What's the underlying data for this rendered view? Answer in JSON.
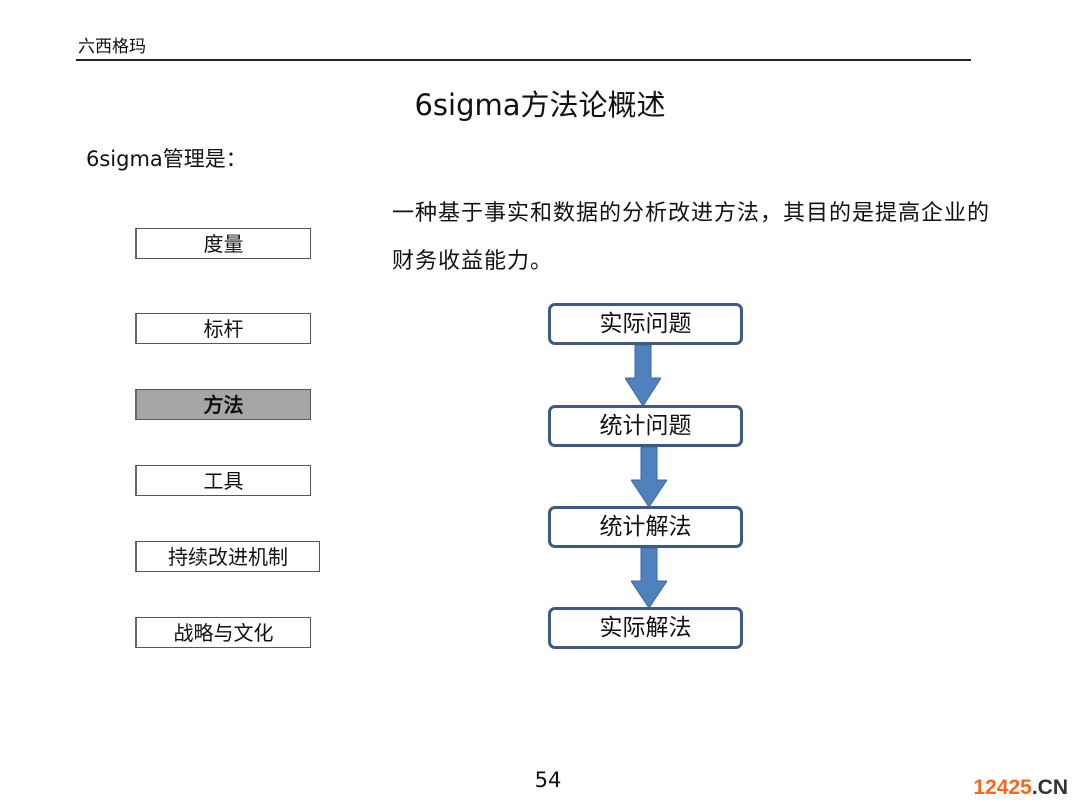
{
  "header": "六西格玛",
  "title": "6sigma方法论概述",
  "intro": "6sigma管理是：",
  "description": "一种基于事实和数据的分析改进方法，其目的是提高企业的财务收益能力。",
  "left_items": [
    {
      "label": "度量"
    },
    {
      "label": "标杆"
    },
    {
      "label": "方法",
      "selected": true
    },
    {
      "label": "工具"
    },
    {
      "label": "持续改进机制"
    },
    {
      "label": "战略与文化"
    }
  ],
  "flow": [
    "实际问题",
    "统计问题",
    "统计解法",
    "实际解法"
  ],
  "page_number": "54",
  "watermark": {
    "number": "12425",
    "suffix": ".CN",
    "number_color": "#f26b1d",
    "suffix_color": "#333333"
  },
  "colors": {
    "flow_border": "#3c5b82",
    "arrow": "#4f81bd",
    "selected_bg": "#a6a6a6"
  }
}
